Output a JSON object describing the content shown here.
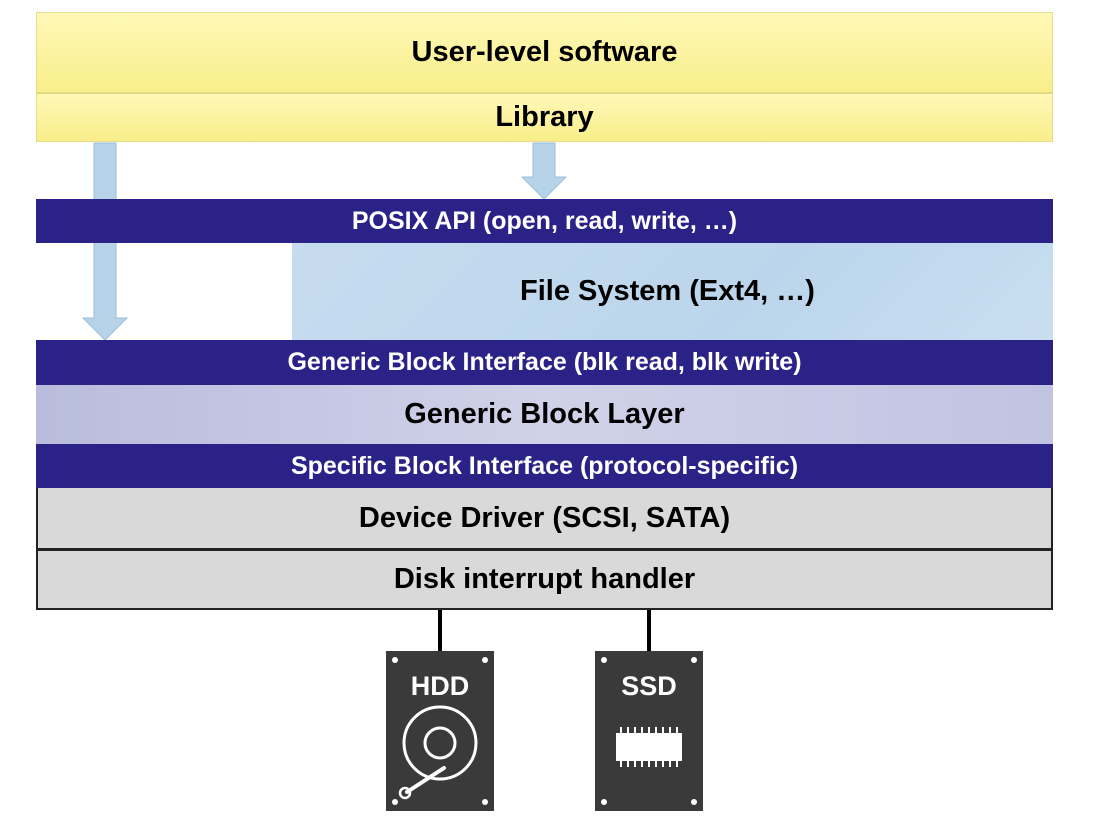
{
  "layers": {
    "user_software": "User-level software",
    "library": "Library",
    "posix_api": "POSIX API (open, read, write, …)",
    "file_system": "File System (Ext4, …)",
    "generic_block_interface": "Generic Block Interface (blk read, blk write)",
    "generic_block_layer": "Generic Block Layer",
    "specific_block_interface": "Specific Block Interface (protocol-specific)",
    "device_driver": "Device Driver (SCSI, SATA)",
    "disk_interrupt_handler": "Disk interrupt handler"
  },
  "devices": {
    "hdd": "HDD",
    "ssd": "SSD"
  },
  "colors": {
    "interface_navy": "#2a2287",
    "user_yellow": "#f8ee8a",
    "file_system_blue": "#c3d9ee",
    "block_layer_lavender": "#c4c8e2",
    "driver_gray": "#d9d9d9",
    "arrow_blue": "#b7d3ea",
    "device_dark": "#3a3a3a"
  }
}
